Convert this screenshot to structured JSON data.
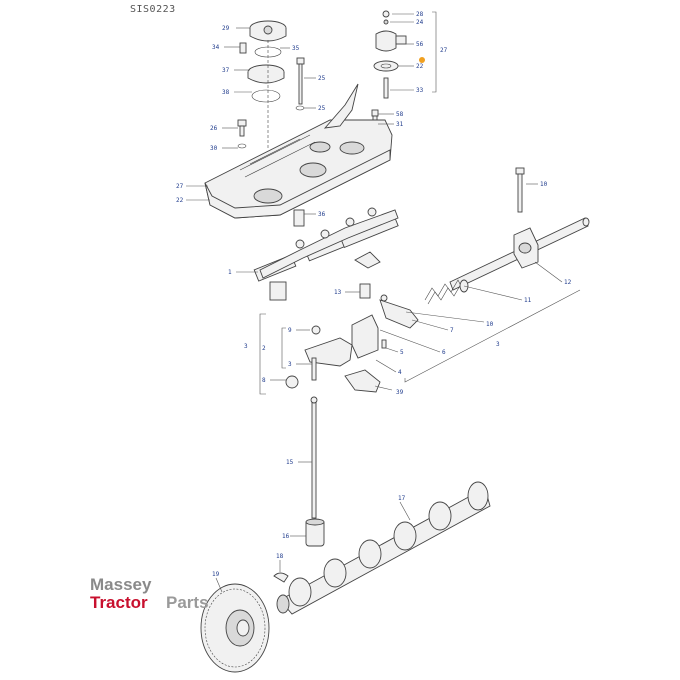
{
  "drawing_code": "SIS0223",
  "logo": {
    "line1": "Massey",
    "line2a": "Tractor",
    "line2b": "Parts"
  },
  "colors": {
    "callout": "#1f3b8c",
    "logo_red": "#c8102e",
    "logo_grey": "#8a8a8a",
    "highlight": "#f0a020"
  },
  "callouts": {
    "c28": "28",
    "c24": "24",
    "c56": "56",
    "c22": "22",
    "c33": "33",
    "c27b": "27",
    "c29": "29",
    "c34": "34",
    "c35": "35",
    "c37": "37",
    "c38": "38",
    "c25a": "25",
    "c25b": "25",
    "c58": "58",
    "c31": "31",
    "c26": "26",
    "c30": "30",
    "c27": "27",
    "c22b": "22",
    "c36": "36",
    "c10": "10",
    "c1": "1",
    "c12": "12",
    "c11": "11",
    "c13": "13",
    "c7": "7",
    "c6": "6",
    "c5": "5",
    "c4": "4",
    "c9": "9",
    "c2": "2",
    "c3": "3",
    "c8": "8",
    "c3b": "3",
    "c39": "39",
    "c15": "15",
    "c17": "17",
    "c16": "16",
    "c18": "18",
    "c19": "19"
  }
}
